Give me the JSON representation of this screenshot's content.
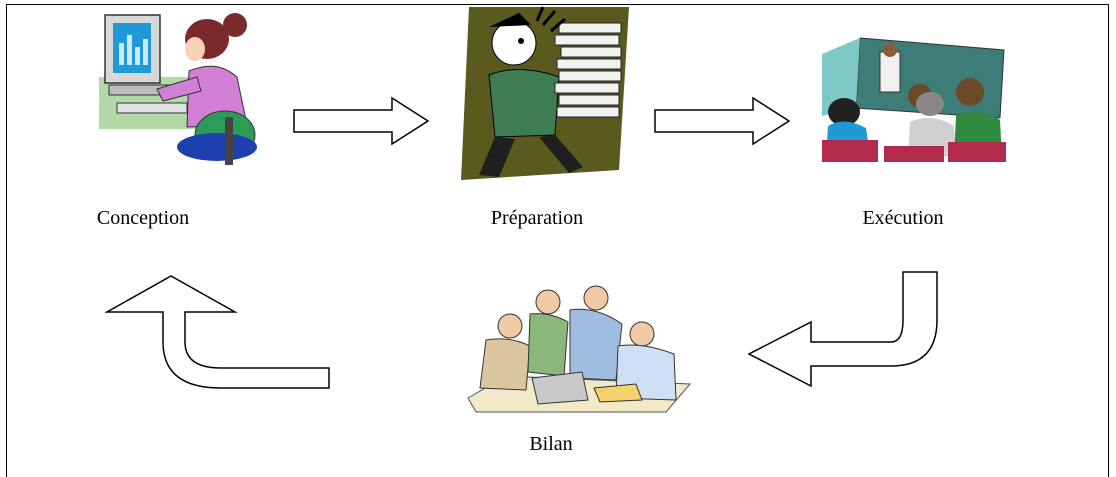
{
  "stages": [
    {
      "key": "conception",
      "label": "Conception"
    },
    {
      "key": "preparation",
      "label": "Préparation"
    },
    {
      "key": "execution",
      "label": "Exécution"
    },
    {
      "key": "bilan",
      "label": "Bilan"
    }
  ],
  "icons": {
    "conception": "woman-at-computer-icon",
    "preparation": "man-carrying-papers-icon",
    "execution": "classroom-presentation-icon",
    "bilan": "team-meeting-icon"
  },
  "colors": {
    "line": "#000000",
    "arrow_fill": "#ffffff",
    "preparation_bg": "#5b5a1e",
    "suit_green": "#3e7d54",
    "monitor_blue": "#1f9ad6",
    "woman_shirt": "#d27fd6",
    "chair_green": "#2e9a5a",
    "board_teal": "#3c7d78",
    "seat_red": "#b32a4a"
  }
}
